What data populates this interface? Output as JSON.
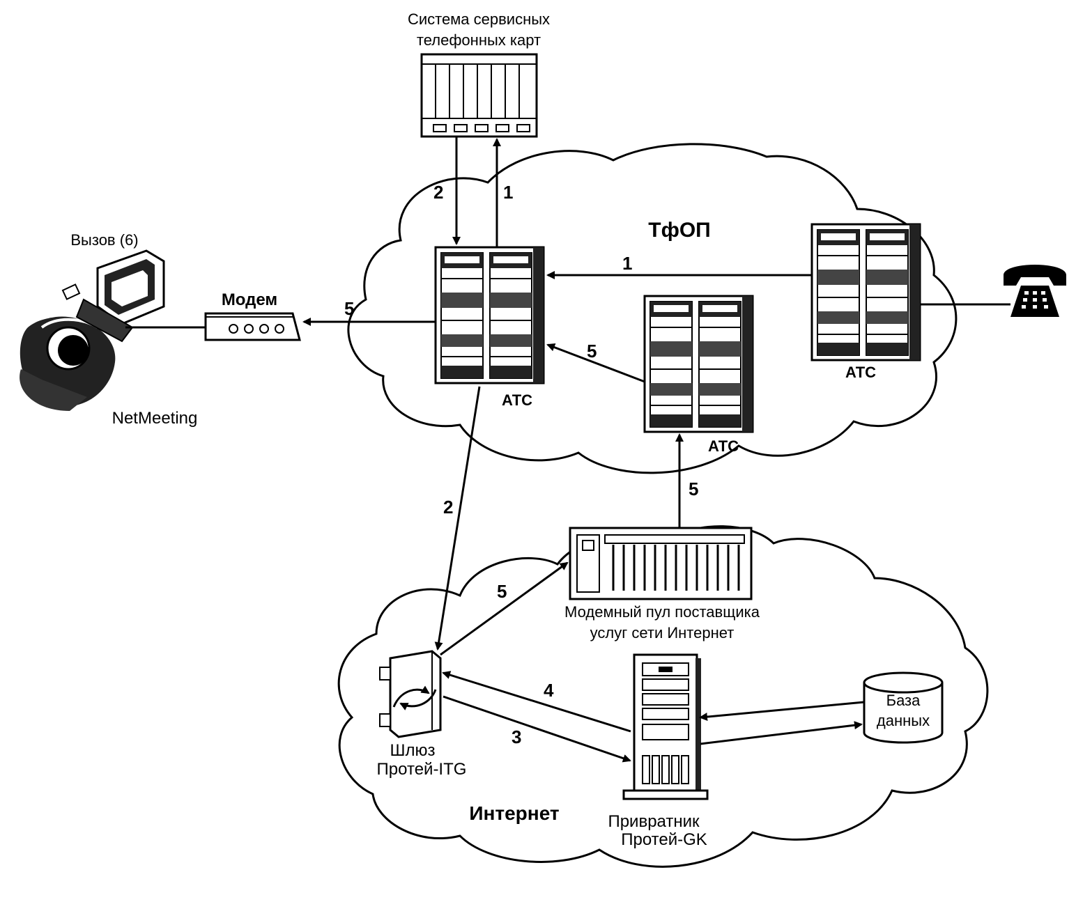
{
  "title": "",
  "labels": {
    "card_system_line1": "Система сервисных",
    "card_system_line2": "телефонных карт",
    "pstn": "ТфОП",
    "call": "Вызов (6)",
    "modem": "Модем",
    "netmeeting": "NetMeeting",
    "atc": "АТС",
    "modem_pool_line1": "Модемный пул поставщика",
    "modem_pool_line2": "услуг сети Интернет",
    "gateway_line1": "Шлюз",
    "gateway_line2": "Протей-ITG",
    "internet": "Интернет",
    "gatekeeper_line1": "Привратник",
    "gatekeeper_line2": "Протей-GK",
    "database_line1": "База",
    "database_line2": "данных"
  },
  "steps": {
    "card_to_atc": "2",
    "atc_to_card": "1",
    "atc_right_to_main": "1",
    "main_to_modem": "5",
    "atc_mid_to_main": "5",
    "main_to_gateway": "2",
    "pool_to_atc_mid": "5",
    "gateway_to_pool": "5",
    "gk_to_gateway": "4",
    "gateway_to_gk": "3"
  },
  "colors": {
    "line": "#000000",
    "fill": "#ffffff",
    "dark": "#222222"
  }
}
